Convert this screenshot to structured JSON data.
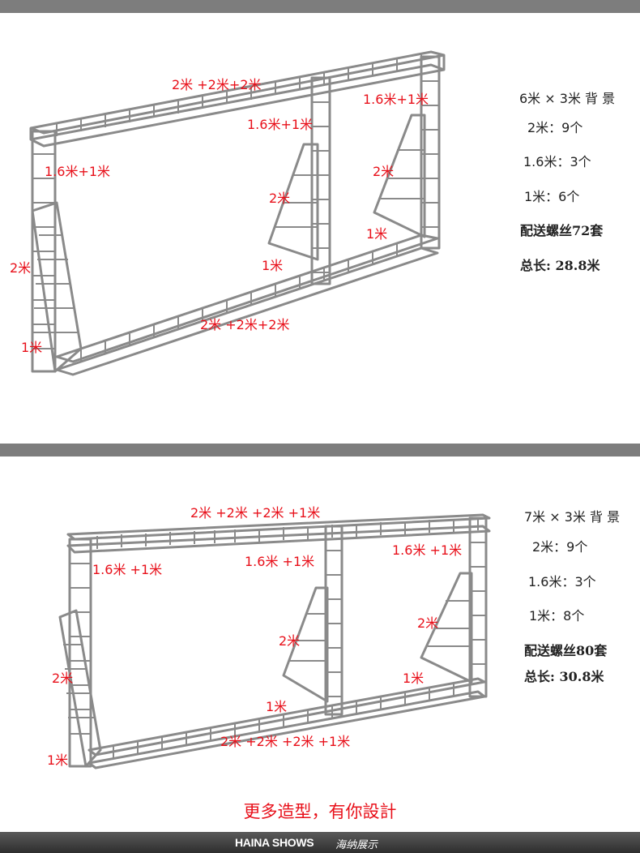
{
  "panel1": {
    "labels": {
      "top": "2米 +2米+2米",
      "top_right": "1.6米+1米",
      "top_mid": "1.6米+1米",
      "left": "1.6米+1米",
      "left_stand": "2米",
      "left_foot": "1米",
      "mid_stand": "2米",
      "mid_foot": "1米",
      "right_stand": "2米",
      "right_foot": "1米",
      "bottom": "2米 +2米+2米"
    },
    "specs": {
      "title": "6米 × 3米 背 景",
      "line1": "2米：9个",
      "line2": "1.6米：3个",
      "line3": "1米：6个",
      "line4": "配送螺丝72套",
      "total_label": "总长:",
      "total_value": "28.8米"
    }
  },
  "panel2": {
    "labels": {
      "top": "2米 +2米 +2米 +1米",
      "top_mid": "1.6米 +1米",
      "top_right": "1.6米 +1米",
      "left": "1.6米 +1米",
      "left_stand": "2米",
      "left_foot": "1米",
      "mid_stand": "2米",
      "mid_foot": "1米",
      "right_stand": "2米",
      "right_foot": "1米",
      "bottom": "2米 +2米 +2米 +1米"
    },
    "specs": {
      "title": "7米 × 3米 背 景",
      "line1": "2米：9个",
      "line2": "1.6米：3个",
      "line3": "1米：8个",
      "line4": "配送螺丝80套",
      "total_label": "总长:",
      "total_value": "30.8米"
    }
  },
  "tagline": "更多造型，有你設計",
  "footer": {
    "brand": "HAINA SHOWS",
    "brand_cn": "海纳展示"
  },
  "colors": {
    "accent_red": "#e8101a",
    "truss": "#8a8a8a",
    "divider": "#7d7d7d"
  }
}
